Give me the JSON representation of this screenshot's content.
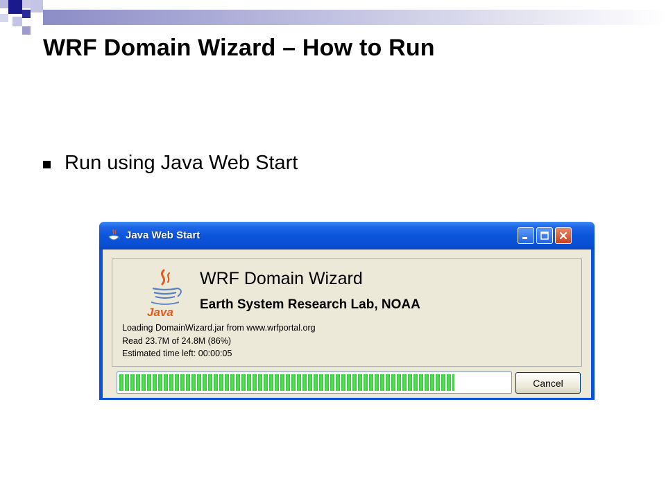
{
  "slide": {
    "title": "WRF Domain Wizard – How to Run",
    "bullets": [
      "Run using Java Web Start"
    ]
  },
  "window": {
    "title": "Java Web Start",
    "controls": {
      "minimize": "minimize-icon",
      "maximize": "maximize-icon",
      "close": "close-icon"
    },
    "app_name": "WRF Domain Wizard",
    "vendor": "Earth System Research Lab, NOAA",
    "logo_text": "Java",
    "status_lines": [
      "Loading DomainWizard.jar from www.wrfportal.org",
      "Read 23.7M of 24.8M (86%)",
      "Estimated time left: 00:00:05"
    ],
    "progress_percent": 86,
    "cancel_label": "Cancel"
  },
  "colors": {
    "titlebar": "#0a52d8",
    "progress": "#2ec43a",
    "dialog_bg": "#ece9d8",
    "slide_accent": "#1a1a8c"
  }
}
